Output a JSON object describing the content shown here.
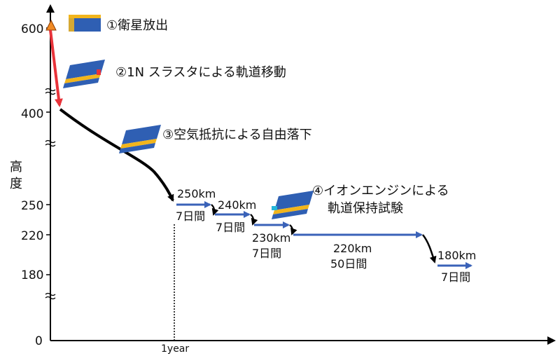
{
  "y_axis": {
    "label_lines": [
      "高",
      "度"
    ],
    "ticks": [
      "600",
      "400",
      "250",
      "220",
      "180",
      "0"
    ]
  },
  "x_axis": {
    "ticks": [
      "1year"
    ]
  },
  "phases": [
    {
      "label": "①衛星放出"
    },
    {
      "label": "②1N スラスタによる軌道移動"
    },
    {
      "label": "③空気抵抗による自由落下"
    },
    {
      "label_lines": [
        "④イオンエンジンによる",
        "軌道保持試験"
      ]
    }
  ],
  "segments": [
    {
      "altitude": "250km",
      "duration": "7日間"
    },
    {
      "altitude": "240km",
      "duration": "7日間"
    },
    {
      "altitude": "230km",
      "duration": "7日間"
    },
    {
      "altitude": "220km",
      "duration": "50日間"
    },
    {
      "altitude": "180km",
      "duration": "7日間"
    }
  ],
  "colors": {
    "axis": "#000000",
    "thruster_path": "#e8333a",
    "decay_path": "#000000",
    "hold_path": "#3a62b8",
    "launch_marker": "#f08a24",
    "satellite_body": "#2f5fb3",
    "satellite_panel": "#f2b51c"
  },
  "icons": [
    "launch-marker-triangle-icon",
    "satellite-icon"
  ]
}
